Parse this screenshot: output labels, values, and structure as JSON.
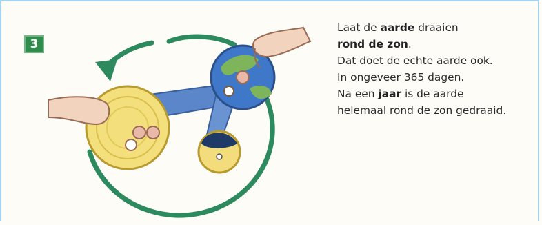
{
  "step": {
    "number": "3"
  },
  "illustration": {
    "alt": ""
  },
  "text": {
    "lines": [
      {
        "parts": [
          {
            "t": "Laat de ",
            "b": false
          },
          {
            "t": "aarde",
            "b": true
          },
          {
            "t": " draaien",
            "b": false
          }
        ]
      },
      {
        "parts": [
          {
            "t": "rond de zon",
            "b": true
          },
          {
            "t": ".",
            "b": false
          }
        ]
      },
      {
        "parts": [
          {
            "t": "Dat doet de echte aarde ook.",
            "b": false
          }
        ]
      },
      {
        "parts": [
          {
            "t": "In ongeveer 365 dagen.",
            "b": false
          }
        ]
      },
      {
        "parts": [
          {
            "t": "Na een ",
            "b": false
          },
          {
            "t": "jaar",
            "b": true
          },
          {
            "t": " is de aarde",
            "b": false
          }
        ]
      },
      {
        "parts": [
          {
            "t": "helemaal rond de zon gedraaid.",
            "b": false
          }
        ]
      }
    ]
  },
  "colors": {
    "badge": "#2f8c4c",
    "arrow": "#2d8a5e",
    "sun": "#f3df7c",
    "arm": "#5b86c9",
    "earth_water": "#3f78c8",
    "earth_land": "#7fb55a"
  }
}
